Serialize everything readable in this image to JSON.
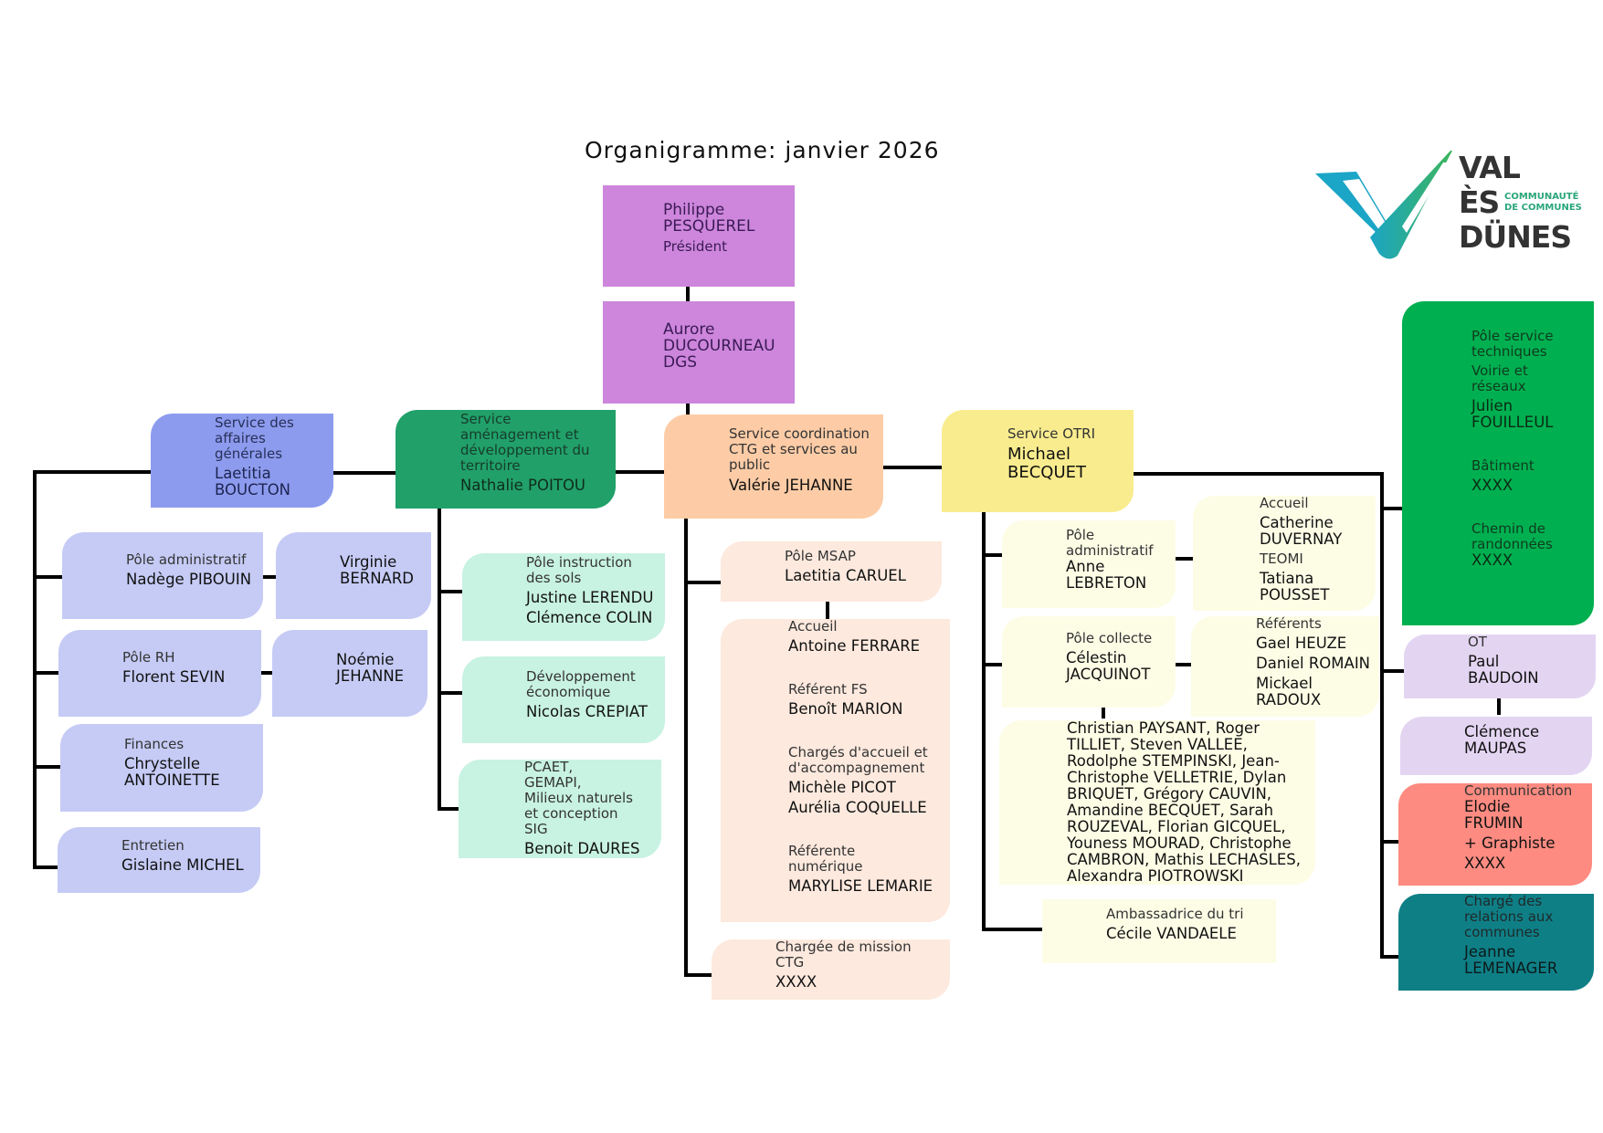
{
  "title": "Organigramme: janvier 2026",
  "logo": {
    "line1": "VAL",
    "line2": "ÈS",
    "line3": "DÜNES",
    "subtitle1": "COMMUNAUTÉ",
    "subtitle2": "DE COMMUNES",
    "colors": {
      "teal": "#1ba5c6",
      "green": "#3cb55b",
      "text": "#333333"
    }
  },
  "colors": {
    "executive": "#cd86dc",
    "affaires_generales": "#8d9bee",
    "affaires_generales_sub": "#c5cbf5",
    "amenagement": "#21a06a",
    "amenagement_sub": "#c8f2e2",
    "coordination": "#fdcca6",
    "coordination_sub": "#fde9de",
    "otri": "#f9ec8e",
    "otri_sub": "#fdfde6",
    "techniques": "#00b050",
    "ot": "#e3d5f2",
    "communication": "#fd8b81",
    "relations": "#0f7f86"
  },
  "president": {
    "first": "Philippe",
    "last": "PESQUEREL",
    "role": "Président"
  },
  "dgs": {
    "first": "Aurore",
    "last": "DUCOURNEAU",
    "role": "DGS"
  },
  "affaires": {
    "service": "Service des affaires générales",
    "head": "Laetitia BOUCTON",
    "poles": [
      {
        "label": "Pôle administratif",
        "name": "Nadège PIBOUIN",
        "assistant": "Virginie BERNARD"
      },
      {
        "label": "Pôle RH",
        "name": "Florent SEVIN",
        "assistant": "Noémie JEHANNE"
      },
      {
        "label": "Finances",
        "name": "Chrystelle ANTOINETTE"
      },
      {
        "label": "Entretien",
        "name": "Gislaine MICHEL"
      }
    ]
  },
  "amenagement": {
    "service": "Service aménagement et développement du territoire",
    "head": "Nathalie POITOU",
    "poles": [
      {
        "label": "Pôle instruction des sols",
        "names": [
          "Justine LERENDU",
          "Clémence COLIN"
        ]
      },
      {
        "label": "Développement économique",
        "names": [
          "Nicolas CREPIAT"
        ]
      },
      {
        "label": "PCAET, GEMAPI, Milieux naturels et conception SIG",
        "names": [
          "Benoit DAURES"
        ]
      }
    ]
  },
  "coordination": {
    "service": "Service coordination CTG et services au public",
    "head": "Valérie JEHANNE",
    "msap": {
      "label": "Pôle MSAP",
      "name": "Laetitia CARUEL"
    },
    "msap_team": [
      {
        "label": "Accueil",
        "names": [
          "Antoine FERRARE"
        ]
      },
      {
        "label": "Référent FS",
        "names": [
          "Benoît MARION"
        ]
      },
      {
        "label": "Chargés d'accueil et d'accompagnement",
        "names": [
          "Michèle PICOT",
          "Aurélia COQUELLE"
        ]
      },
      {
        "label": "Référente numérique",
        "names": [
          "MARYLISE LEMARIE"
        ]
      }
    ],
    "mission": {
      "label": "Chargée de mission CTG",
      "name": "XXXX"
    }
  },
  "otri": {
    "service": "Service OTRI",
    "head": "Michael BECQUET",
    "admin": {
      "label": "Pôle administratif",
      "name": "Anne LEBRETON"
    },
    "admin_team": {
      "accueil_label": "Accueil",
      "accueil_name": "Catherine DUVERNAY",
      "teomi_label": "TEOMI",
      "teomi_name": "Tatiana POUSSET"
    },
    "collecte": {
      "label": "Pôle collecte",
      "name": "Célestin JACQUINOT"
    },
    "referents": {
      "label": "Référents",
      "names": [
        "Gael HEUZE",
        "Daniel ROMAIN",
        "Mickael RADOUX"
      ]
    },
    "agents": "Christian PAYSANT, Roger TILLIET, Steven VALLEE, Rodolphe STEMPINSKI, Jean-Christophe VELLETRIE, Dylan BRIQUET, Grégory CAUVIN, Amandine BECQUET, Sarah ROUZEVAL, Florian GICQUEL, Youness MOURAD, Christophe CAMBRON, Mathis LECHASLES, Alexandra PIOTROWSKI",
    "ambassadrice": {
      "label": "Ambassadrice du tri",
      "name": "Cécile VANDAELE"
    }
  },
  "techniques": {
    "label": "Pôle service techniques",
    "voirie_label": "Voirie et réseaux",
    "voirie_name": "Julien FOUILLEUL",
    "batiment_label": "Bâtiment",
    "batiment_name": "XXXX",
    "chemin_label": "Chemin de randonnées",
    "chemin_name": "XXXX"
  },
  "ot": {
    "label": "OT",
    "name": "Paul BAUDOIN",
    "assistant": "Clémence MAUPAS"
  },
  "communication": {
    "label": "Communication",
    "name": "Elodie FRUMIN",
    "extra_label": "+ Graphiste",
    "extra_name": "XXXX"
  },
  "relations": {
    "label": "Chargé des relations aux communes",
    "name": "Jeanne LEMENAGER"
  }
}
